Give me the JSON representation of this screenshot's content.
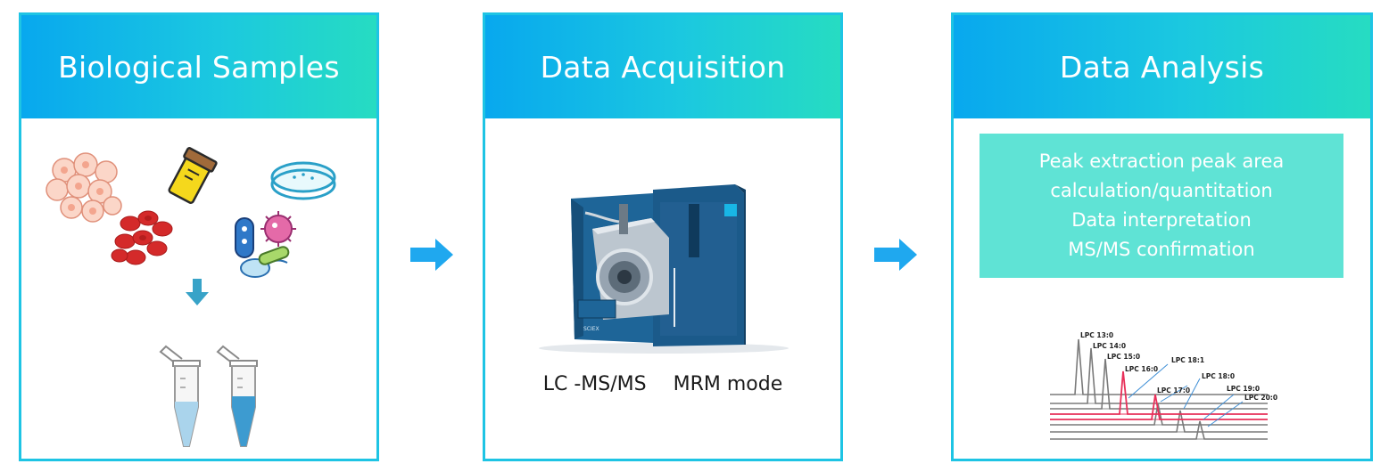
{
  "panels": [
    {
      "title": "Biological Samples"
    },
    {
      "title": "Data Acquisition",
      "captions": [
        "LC -MS/MS",
        "MRM mode"
      ]
    },
    {
      "title": "Data Analysis",
      "steps": [
        "Peak extraction peak area",
        "calculation/quantitation",
        "Data interpretation",
        "MS/MS confirmation"
      ],
      "chromatogram_labels": [
        "LPC 13:0",
        "LPC 14:0",
        "LPC 15:0",
        "LPC 16:0",
        "LPC 18:1",
        "LPC 17:0",
        "LPC 18:0",
        "LPC 19:0",
        "LPC 20:0"
      ]
    }
  ],
  "colors": {
    "border": "#1ec4e4",
    "header_start": "#08a8ee",
    "header_end": "#26dcc2",
    "arrow": "#1fa8ef",
    "analysis_box": "#5fe3d5",
    "instrument": "#1b5a8a",
    "highlight_trace": "#e8305a"
  },
  "icons": [
    "cells-icon",
    "sample-tube-icon",
    "petri-dish-icon",
    "red-blood-cells-icon",
    "microbes-icon",
    "down-arrow-icon",
    "microcentrifuge-tubes-icon",
    "lc-ms-instrument-icon",
    "chromatogram-icon",
    "right-arrow-icon"
  ]
}
